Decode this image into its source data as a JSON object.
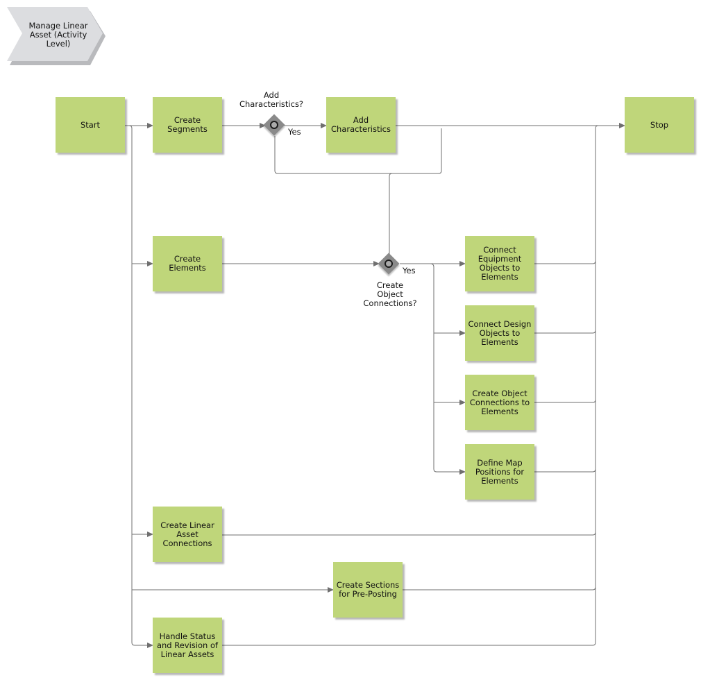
{
  "header": {
    "title": "Manage Linear Asset (Activity Level)"
  },
  "nodes": {
    "start": "Start",
    "create_segments": "Create Segments",
    "add_characteristics": "Add Characteristics",
    "stop": "Stop",
    "create_elements": "Create Elements",
    "connect_equipment": "Connect Equipment Objects to Elements",
    "connect_design": "Connect Design Objects to Elements",
    "create_object_connections": "Create Object Connections to Elements",
    "define_map_positions": "Define Map Positions for Elements",
    "create_linear_asset_connections": "Create Linear Asset Connections",
    "create_sections": "Create Sections for Pre-Posting",
    "handle_status": "Handle Status and Revision of Linear Assets"
  },
  "gateways": {
    "add_char_question": "Add\nCharacteristics?",
    "create_obj_conn_question": "Create\nObject\nConnections?",
    "yes_label": "Yes"
  },
  "colors": {
    "activity_fill": "#bfd67a",
    "gateway_fill": "#8a8a8a",
    "connector": "#6f6f6f",
    "header_fill": "#dcdde0"
  }
}
